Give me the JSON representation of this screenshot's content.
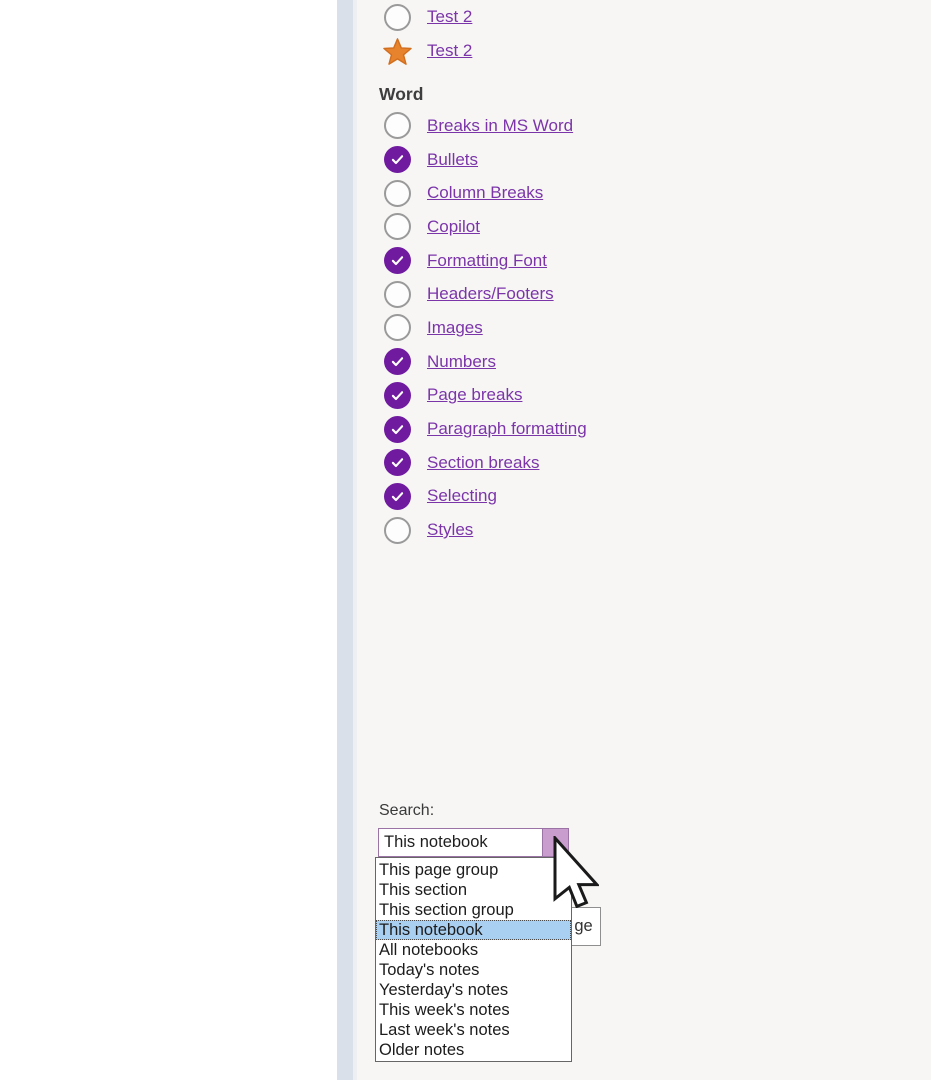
{
  "panel": {
    "top_items": [
      {
        "label": "Test 2",
        "marker": "empty-circle"
      },
      {
        "label": "Test 2",
        "marker": "orange-star"
      }
    ],
    "section_heading": "Word",
    "word_items": [
      {
        "label": "Breaks in MS Word",
        "checked": false
      },
      {
        "label": "Bullets",
        "checked": true
      },
      {
        "label": "Column Breaks",
        "checked": false
      },
      {
        "label": "Copilot",
        "checked": false
      },
      {
        "label": "Formatting Font",
        "checked": true
      },
      {
        "label": "Headers/Footers",
        "checked": false
      },
      {
        "label": "Images",
        "checked": false
      },
      {
        "label": "Numbers",
        "checked": true
      },
      {
        "label": "Page breaks",
        "checked": true
      },
      {
        "label": "Paragraph formatting",
        "checked": true
      },
      {
        "label": "Section breaks",
        "checked": true
      },
      {
        "label": "Selecting",
        "checked": true
      },
      {
        "label": "Styles",
        "checked": false
      }
    ]
  },
  "search": {
    "label": "Search:",
    "combobox_value": "This notebook",
    "options": [
      {
        "label": "This page group",
        "selected": false
      },
      {
        "label": "This section",
        "selected": false
      },
      {
        "label": "This section group",
        "selected": false
      },
      {
        "label": "This notebook",
        "selected": true
      },
      {
        "label": "All notebooks",
        "selected": false
      },
      {
        "label": "Today's notes",
        "selected": false
      },
      {
        "label": "Yesterday's notes",
        "selected": false
      },
      {
        "label": "This week's notes",
        "selected": false
      },
      {
        "label": "Last week's notes",
        "selected": false
      },
      {
        "label": "Older notes",
        "selected": false
      }
    ],
    "partial_button_text": "ge"
  },
  "colors": {
    "accent_purple": "#701b9f",
    "link_purple": "#7b35a9",
    "star_orange": "#e8832d",
    "combobox_border": "#9b73a4",
    "dropdown_button_fill": "#c99ecf",
    "option_highlight": "#a9cff1",
    "content_background": "#f7f6f5",
    "scrollbar_track": "#d9e0ea"
  }
}
